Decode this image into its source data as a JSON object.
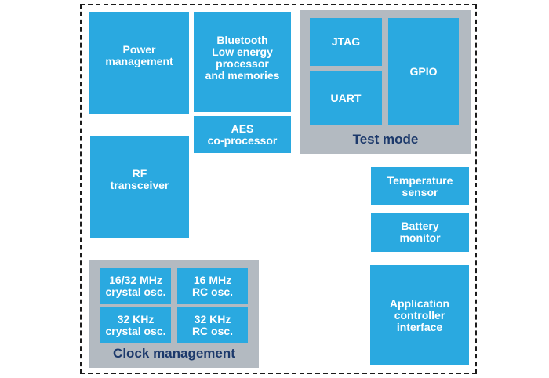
{
  "colors": {
    "block_blue": "#2aa9e0",
    "container_gray": "#b3bac1",
    "group_label_navy": "#1c396b",
    "block_text_white": "#ffffff",
    "dashed_border_black": "#1b1b1b"
  },
  "blocks": {
    "power_management": "Power\nmanagement",
    "bluetooth_processor": "Bluetooth\nLow energy\nprocessor\nand memories",
    "aes_coprocessor": "AES\nco-processor",
    "rf_transceiver": "RF\ntransceiver",
    "temperature_sensor": "Temperature\nsensor",
    "battery_monitor": "Battery\nmonitor",
    "application_controller": "Application\ncontroller\ninterface"
  },
  "test_mode": {
    "label": "Test mode",
    "jtag": "JTAG",
    "uart": "UART",
    "gpio": "GPIO"
  },
  "clock_management": {
    "label": "Clock management",
    "crystal_16_32_mhz": "16/32 MHz\ncrystal osc.",
    "rc_16_mhz": "16 MHz\nRC osc.",
    "crystal_32_khz": "32 KHz\ncrystal osc.",
    "rc_32_khz": "32 KHz\nRC osc."
  }
}
